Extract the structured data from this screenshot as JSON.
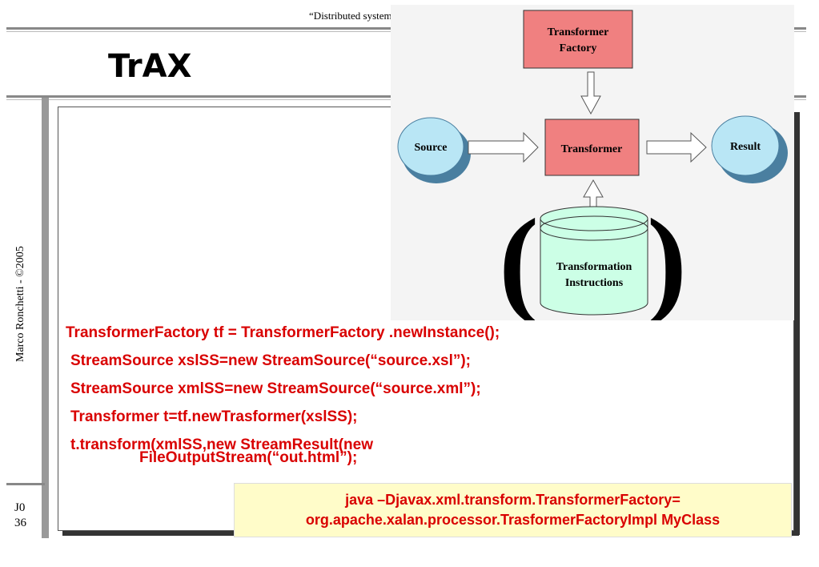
{
  "header": {
    "course_text": "“Distributed systems design” – Laurea Specialis"
  },
  "slide": {
    "title": "TrAX",
    "author": "Marco Ronchetti  -  ©2005",
    "section": "J0",
    "number": "36"
  },
  "diagram": {
    "factory_line1": "Transformer",
    "factory_line2": "Factory",
    "transformer": "Transformer",
    "source": "Source",
    "result": "Result",
    "instructions_line1": "Transformation",
    "instructions_line2": "Instructions"
  },
  "code": {
    "lines": [
      "TransformerFactory tf = TransformerFactory .newInstance();",
      "StreamSource xslSS=new StreamSource(“source.xsl”);",
      "StreamSource xmlSS=new StreamSource(“source.xml”);",
      "Transformer t=tf.newTrasformer(xslSS);",
      "t.transform(xmlSS,new StreamResult(new",
      "FileOutputStream(“out.html”);"
    ]
  },
  "command": {
    "line1": "java –Djavax.xml.transform.TransformerFactory=",
    "line2": "org.apache.xalan.processor.TrasformerFactoryImpl MyClass"
  },
  "colors": {
    "code_text": "#d90000",
    "transformer_fill": "#f08080",
    "source_result_fill": "#b9e6f5",
    "cylinder_fill": "#ccffe6",
    "command_bg": "#fffcc9"
  }
}
